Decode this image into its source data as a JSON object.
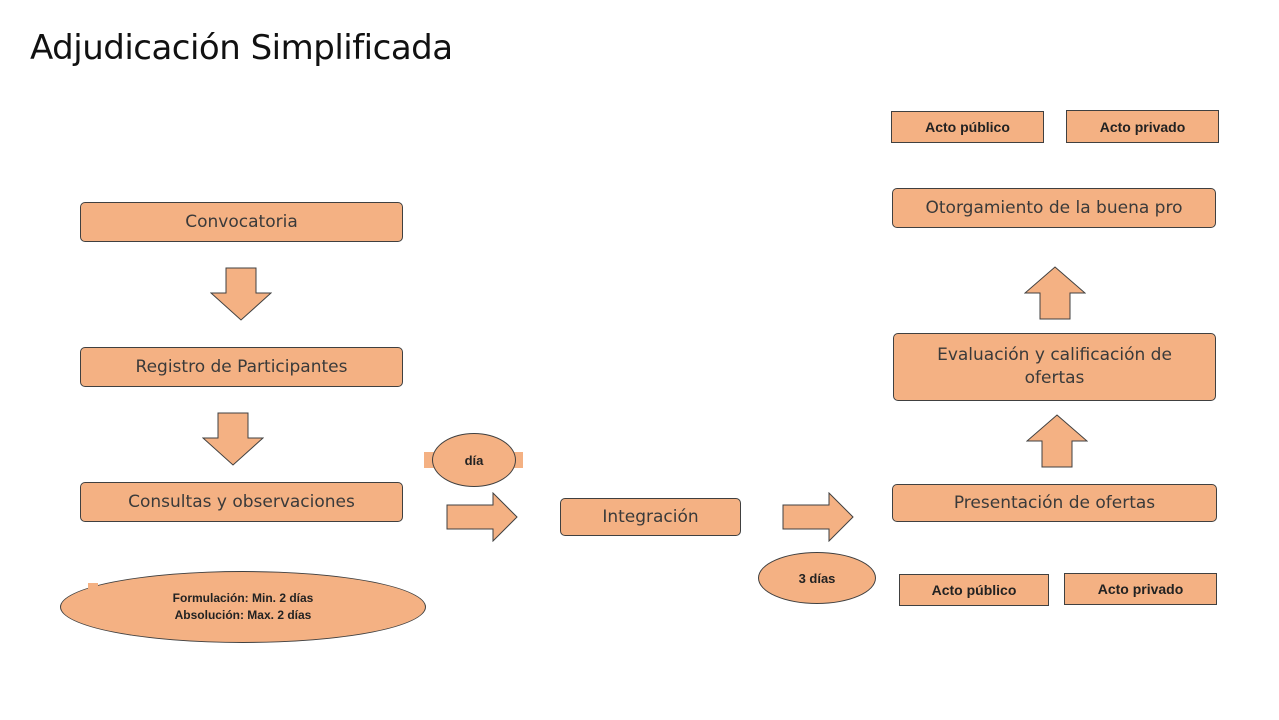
{
  "title": "Adjudicación Simplificada",
  "boxes": {
    "convocatoria": "Convocatoria",
    "registro": "Registro de Participantes",
    "consultas": "Consultas y observaciones",
    "integracion": "Integración",
    "presentacion": "Presentación de ofertas",
    "evaluacion_line1": "Evaluación y calificación de",
    "evaluacion_line2": "ofertas",
    "otorgamiento": "Otorgamiento de la buena pro"
  },
  "tags": {
    "top_publico": "Acto público",
    "top_privado": "Acto privado",
    "bottom_publico": "Acto público",
    "bottom_privado": "Acto privado"
  },
  "ovals": {
    "plazos_line1": "Formulación: Min. 2 días",
    "plazos_line2": "Absolución: Max. 2 días",
    "dia": "día",
    "tres_dias": "3 días"
  },
  "colors": {
    "fill": "#f4b183",
    "stroke": "#404040"
  }
}
